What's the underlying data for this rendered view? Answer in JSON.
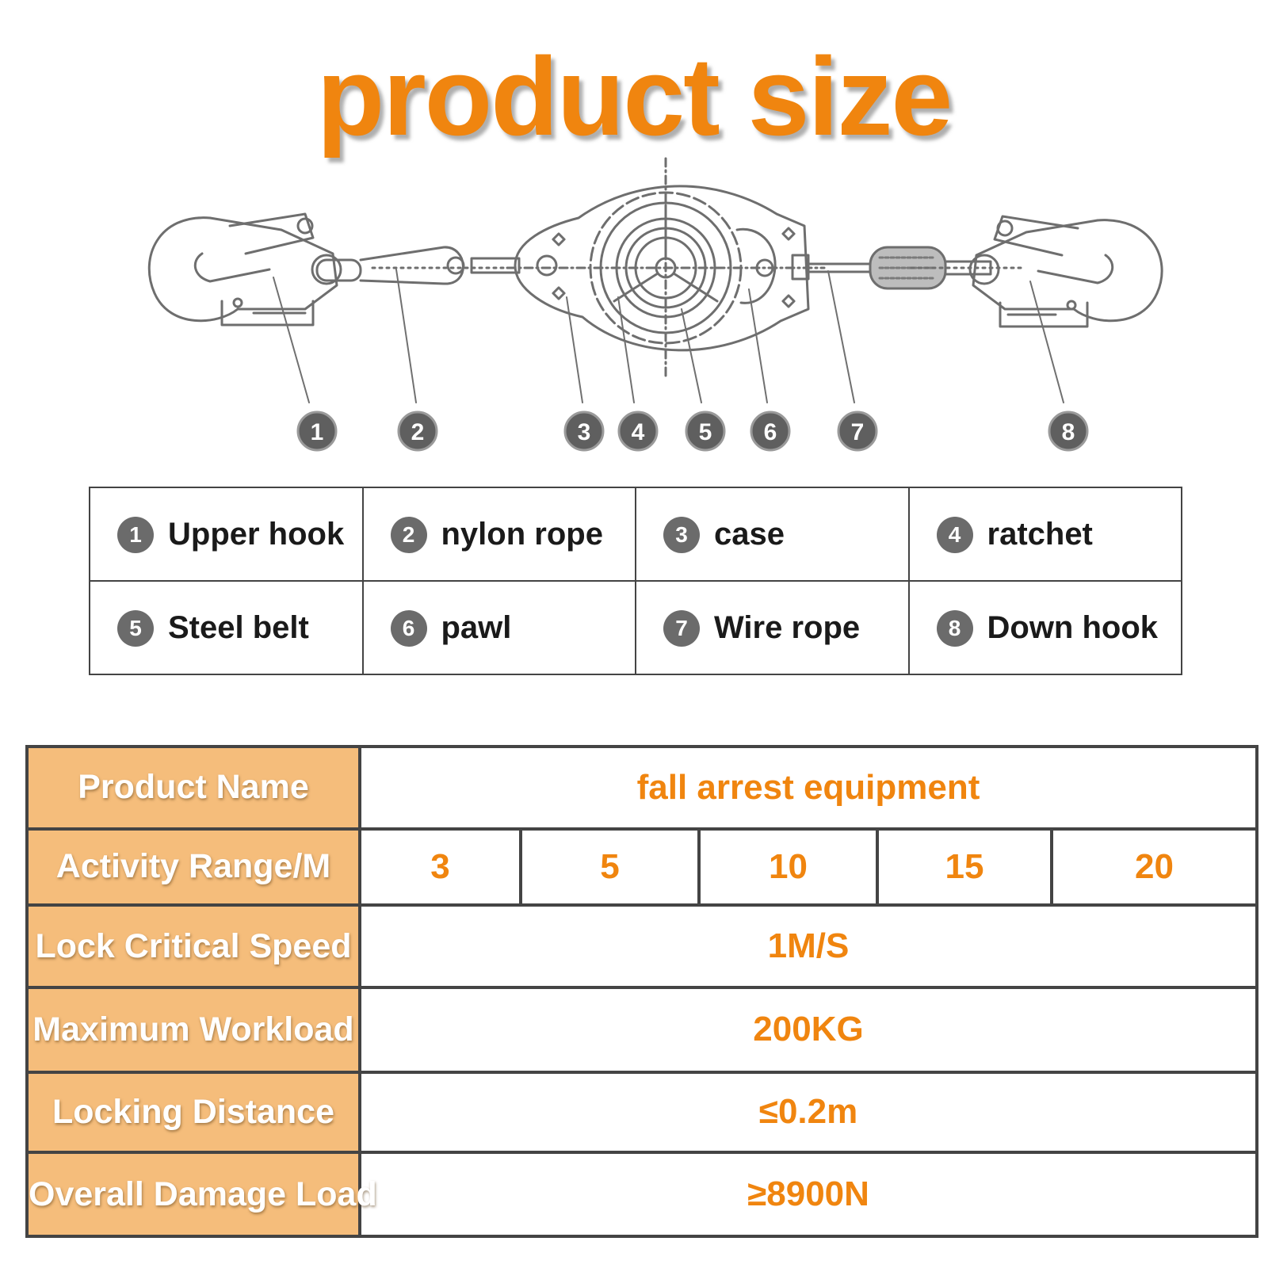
{
  "title": "product size",
  "callouts": [
    "1",
    "2",
    "3",
    "4",
    "5",
    "6",
    "7",
    "8"
  ],
  "parts": [
    {
      "num": "1",
      "label": "Upper hook"
    },
    {
      "num": "2",
      "label": "nylon rope"
    },
    {
      "num": "3",
      "label": "case"
    },
    {
      "num": "4",
      "label": "ratchet"
    },
    {
      "num": "5",
      "label": "Steel belt"
    },
    {
      "num": "6",
      "label": "pawl"
    },
    {
      "num": "7",
      "label": "Wire rope"
    },
    {
      "num": "8",
      "label": "Down hook"
    }
  ],
  "specs": {
    "product_name": {
      "label": "Product Name",
      "value": "fall arrest equipment"
    },
    "activity_range": {
      "label": "Activity Range/M",
      "values": [
        "3",
        "5",
        "10",
        "15",
        "20"
      ]
    },
    "lock_speed": {
      "label": "Lock Critical Speed",
      "value": "1M/S"
    },
    "max_workload": {
      "label": "Maximum Workload",
      "value": "200KG"
    },
    "locking_distance": {
      "label": "Locking Distance",
      "value": "≤0.2m"
    },
    "damage_load": {
      "label": "Overall Damage Load",
      "value": "≥8900N"
    }
  },
  "colors": {
    "accent": "#f0850f",
    "label_bg": "#f5bd7b",
    "badge": "#6b6b6b",
    "border": "#444444"
  }
}
